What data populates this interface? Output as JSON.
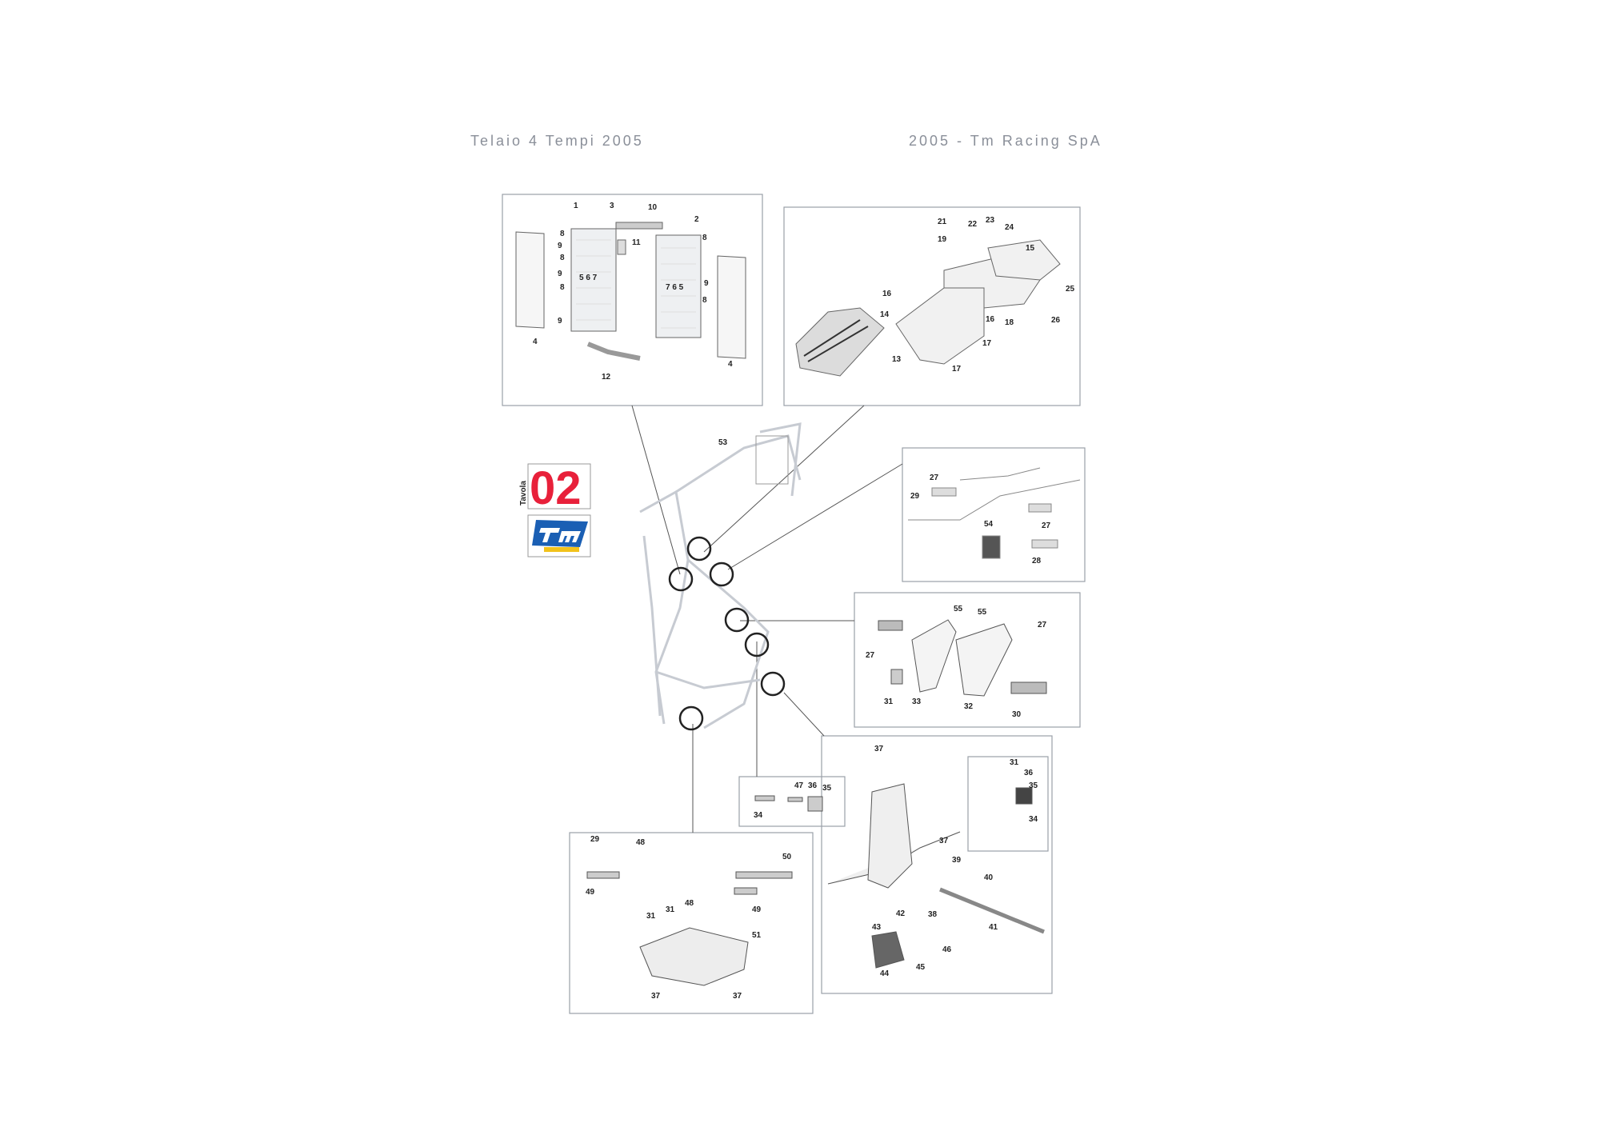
{
  "header": {
    "left": "Telaio 4 Tempi 2005",
    "right": "2005 - Tm Racing SpA"
  },
  "badge": {
    "number": "02",
    "caption": "Tavola",
    "number_color": "#e8203a",
    "logo_color": "#1a5fb4",
    "logo_accent": "#f2c21b"
  },
  "panels": {
    "radiator": [
      "1",
      "3",
      "10",
      "2",
      "8",
      "9",
      "8",
      "9",
      "8",
      "9",
      "11",
      "4",
      "4",
      "12",
      "5 6 7",
      "7 6 5",
      "8",
      "9",
      "8"
    ],
    "airbox": [
      "21",
      "22",
      "23",
      "24",
      "19",
      "15",
      "16",
      "14",
      "16",
      "18",
      "25",
      "26",
      "17",
      "13",
      "17"
    ],
    "pivot": [
      "27",
      "29",
      "54",
      "27",
      "28"
    ],
    "footpeg_bracket": [
      "55",
      "55",
      "27",
      "27",
      "31",
      "33",
      "32",
      "30"
    ],
    "small_mount": [
      "47",
      "36",
      "35",
      "34"
    ],
    "skid_plate": [
      "29",
      "48",
      "50",
      "49",
      "31",
      "31",
      "48",
      "49",
      "51",
      "37",
      "37"
    ],
    "kickstand": [
      "37",
      "31",
      "36",
      "35",
      "34",
      "37",
      "39",
      "40",
      "42",
      "38",
      "43",
      "41",
      "46",
      "45",
      "44"
    ],
    "frame": [
      "53"
    ]
  }
}
